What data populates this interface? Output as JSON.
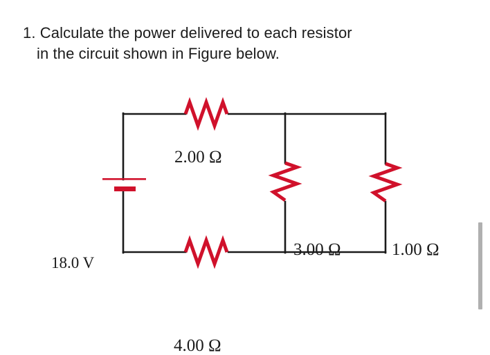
{
  "document": {
    "background_color": "#ffffff",
    "text_color": "#1b1b1b"
  },
  "question": {
    "number": "1.",
    "line1": "1. Calculate the power delivered to each resistor",
    "line2": "in the circuit shown in Figure below.",
    "full_text": "1. Calculate the power delivered to each resistor in the circuit shown in Figure below."
  },
  "figure": {
    "caption": "Figure",
    "colors": {
      "wire": "#1a1a1a",
      "component": "#d0112b",
      "label": "#1a1a1a"
    },
    "battery": {
      "label": "18.0 V",
      "value": "18.0",
      "unit": "V",
      "position": "left-branch"
    },
    "resistors": [
      {
        "label": "2.00 Ω",
        "value": "2.00",
        "unit": "Ω",
        "position": "top-branch",
        "orientation": "horizontal"
      },
      {
        "label": "4.00 Ω",
        "value": "4.00",
        "unit": "Ω",
        "position": "bottom-branch",
        "orientation": "horizontal"
      },
      {
        "label": "3.00 Ω",
        "value": "3.00",
        "unit": "Ω",
        "position": "middle-branch",
        "orientation": "vertical"
      },
      {
        "label": "1.00 Ω",
        "value": "1.00",
        "unit": "Ω",
        "position": "right-branch",
        "orientation": "vertical"
      }
    ]
  },
  "scrollbar": {
    "orientation": "vertical",
    "thumb_color": "#b0b0b0"
  }
}
